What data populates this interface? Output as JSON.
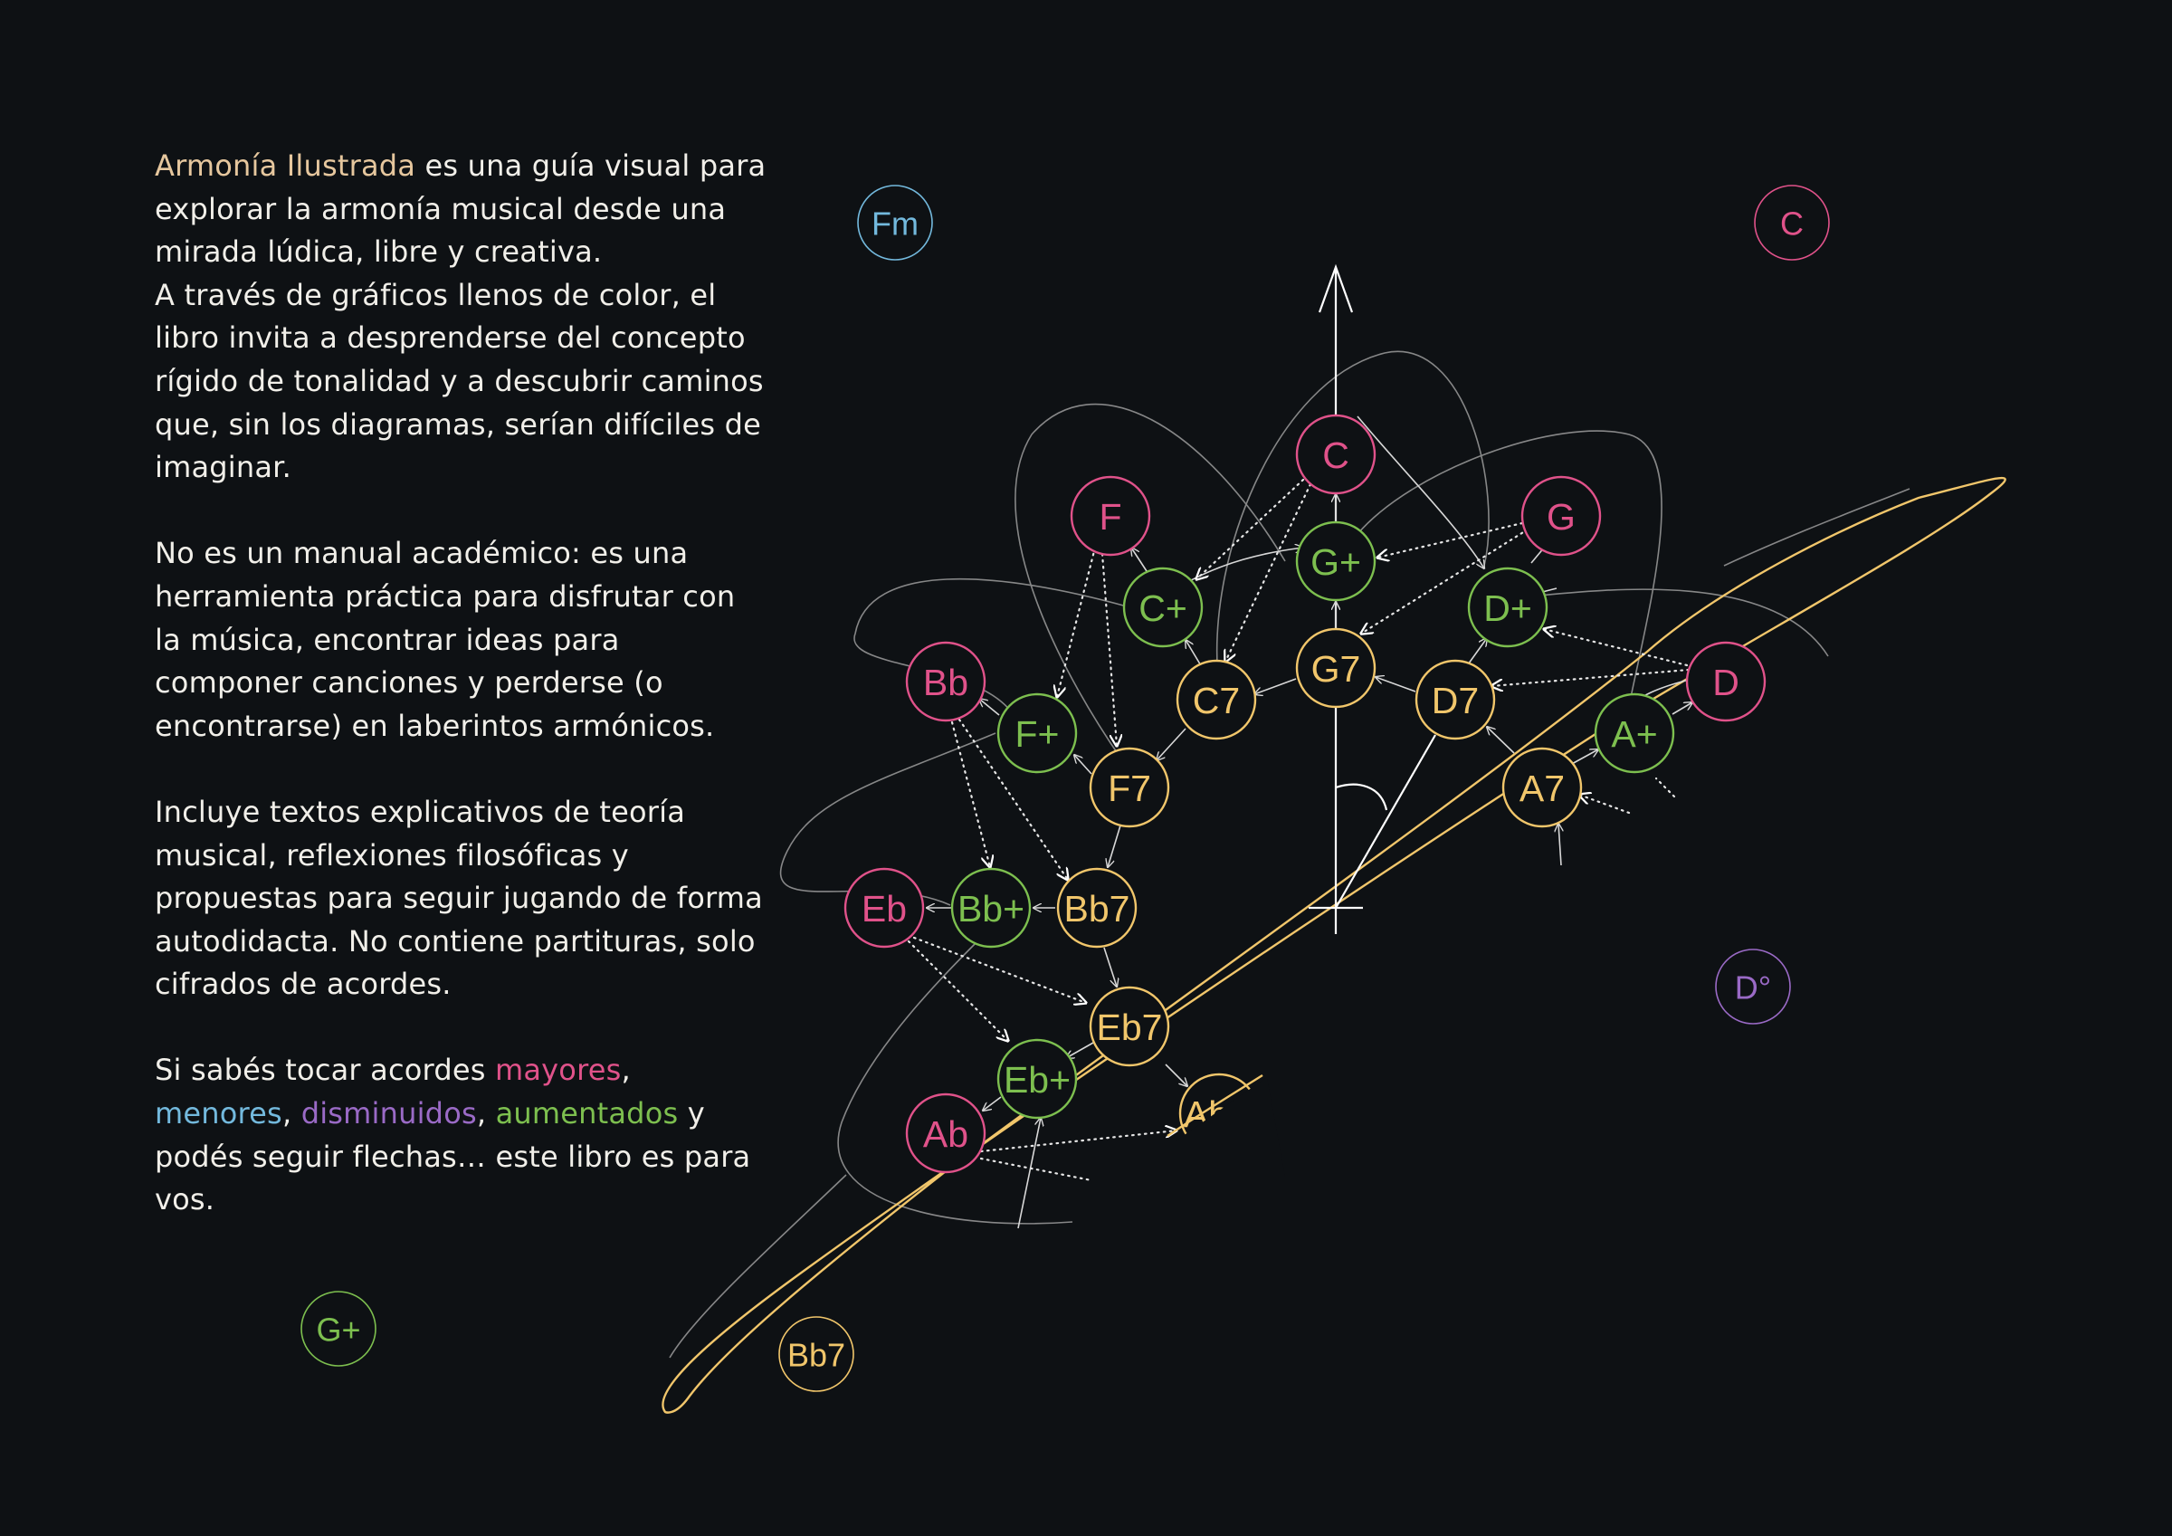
{
  "colors": {
    "background": "#0e1114",
    "text": "#f1efe9",
    "title": "#e6c79e",
    "major": "#e0528a",
    "minor": "#73b9dd",
    "diminished": "#9a6ac6",
    "augmented": "#7dbf4f",
    "seventh": "#f1c66b",
    "lines": "#c9c9c9"
  },
  "intro": {
    "title": "Armonía Ilustrada",
    "p1_rest": " es una guía visual para explorar la armonía musical desde una mirada lúdica, libre y creativa.",
    "p1_line2": "A través de gráficos llenos de color, el libro invita a desprenderse del concepto rígido de tonalidad y a descubrir caminos que, sin los diagramas, serían difíciles de imaginar.",
    "p2": "No es un manual académico: es una herramienta práctica para disfrutar con la música, encontrar ideas para componer canciones y perderse (o encontrarse) en laberintos armónicos.",
    "p3": "Incluye textos explicativos de teoría musical, reflexiones filosóficas y propuestas para seguir jugando de forma autodidacta. No contiene partituras, solo cifrados de acordes.",
    "p4_a": "Si sabés tocar acordes ",
    "mayores": "mayores",
    "comma1": ",",
    "menores": "menores",
    "comma2": ", ",
    "disminuidos": "disminuidos",
    "comma3": ", ",
    "aumentados": "aumentados",
    "p4_b": " y podés seguir flechas… este libro es para vos."
  },
  "chords": {
    "c": "C",
    "f": "F",
    "g": "G",
    "bb": "Bb",
    "d": "D",
    "eb": "Eb",
    "ab": "Ab",
    "g_aug": "G+",
    "c_aug": "C+",
    "d_aug": "D+",
    "f_aug": "F+",
    "a_aug": "A+",
    "bb_aug": "Bb+",
    "eb_aug": "Eb+",
    "g7": "G7",
    "c7": "C7",
    "d7": "D7",
    "f7": "F7",
    "a7": "A7",
    "bb7": "Bb7",
    "eb7": "Eb7",
    "ab7_partial": "Ab",
    "floating_fm": "Fm",
    "floating_c": "C",
    "floating_dim": "D°",
    "floating_gaug": "G+",
    "floating_bb7": "Bb7"
  }
}
